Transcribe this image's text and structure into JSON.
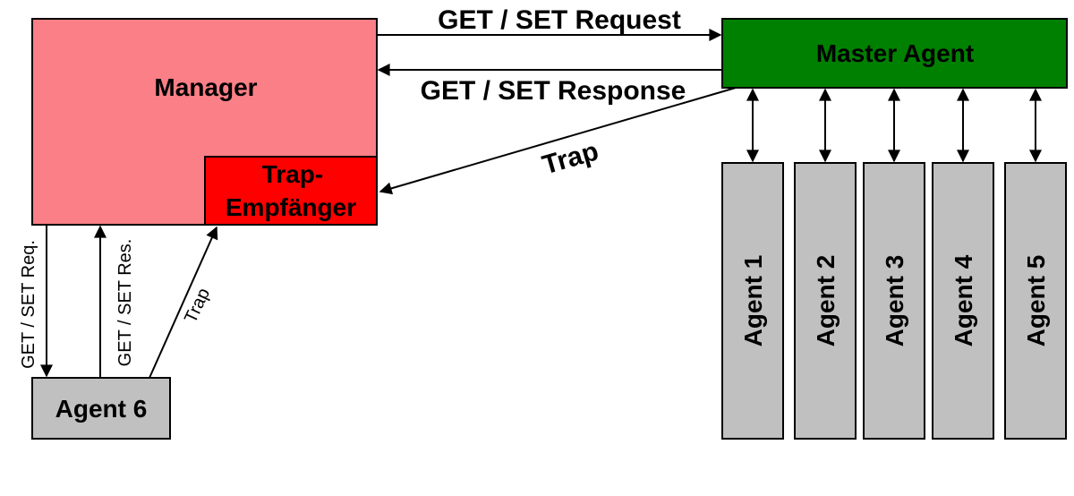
{
  "nodes": {
    "manager": {
      "label": "Manager",
      "fill": "#fa7f86"
    },
    "trap_receiver": {
      "label_line1": "Trap-",
      "label_line2": "Empfänger",
      "fill": "#ff0000"
    },
    "master_agent": {
      "label": "Master Agent",
      "fill": "#008000",
      "text_color": "#ffffff"
    },
    "agents": [
      {
        "label": "Agent 1"
      },
      {
        "label": "Agent 2"
      },
      {
        "label": "Agent 3"
      },
      {
        "label": "Agent 4"
      },
      {
        "label": "Agent 5"
      }
    ],
    "agent6": {
      "label": "Agent 6"
    },
    "agent_fill": "#c0c0c0"
  },
  "edges": {
    "get_set_request": "GET / SET Request",
    "get_set_response": "GET / SET Response",
    "master_trap": "Trap",
    "agent6_req": "GET / SET Req.",
    "agent6_res": "GET / SET Res.",
    "agent6_trap": "Trap"
  }
}
